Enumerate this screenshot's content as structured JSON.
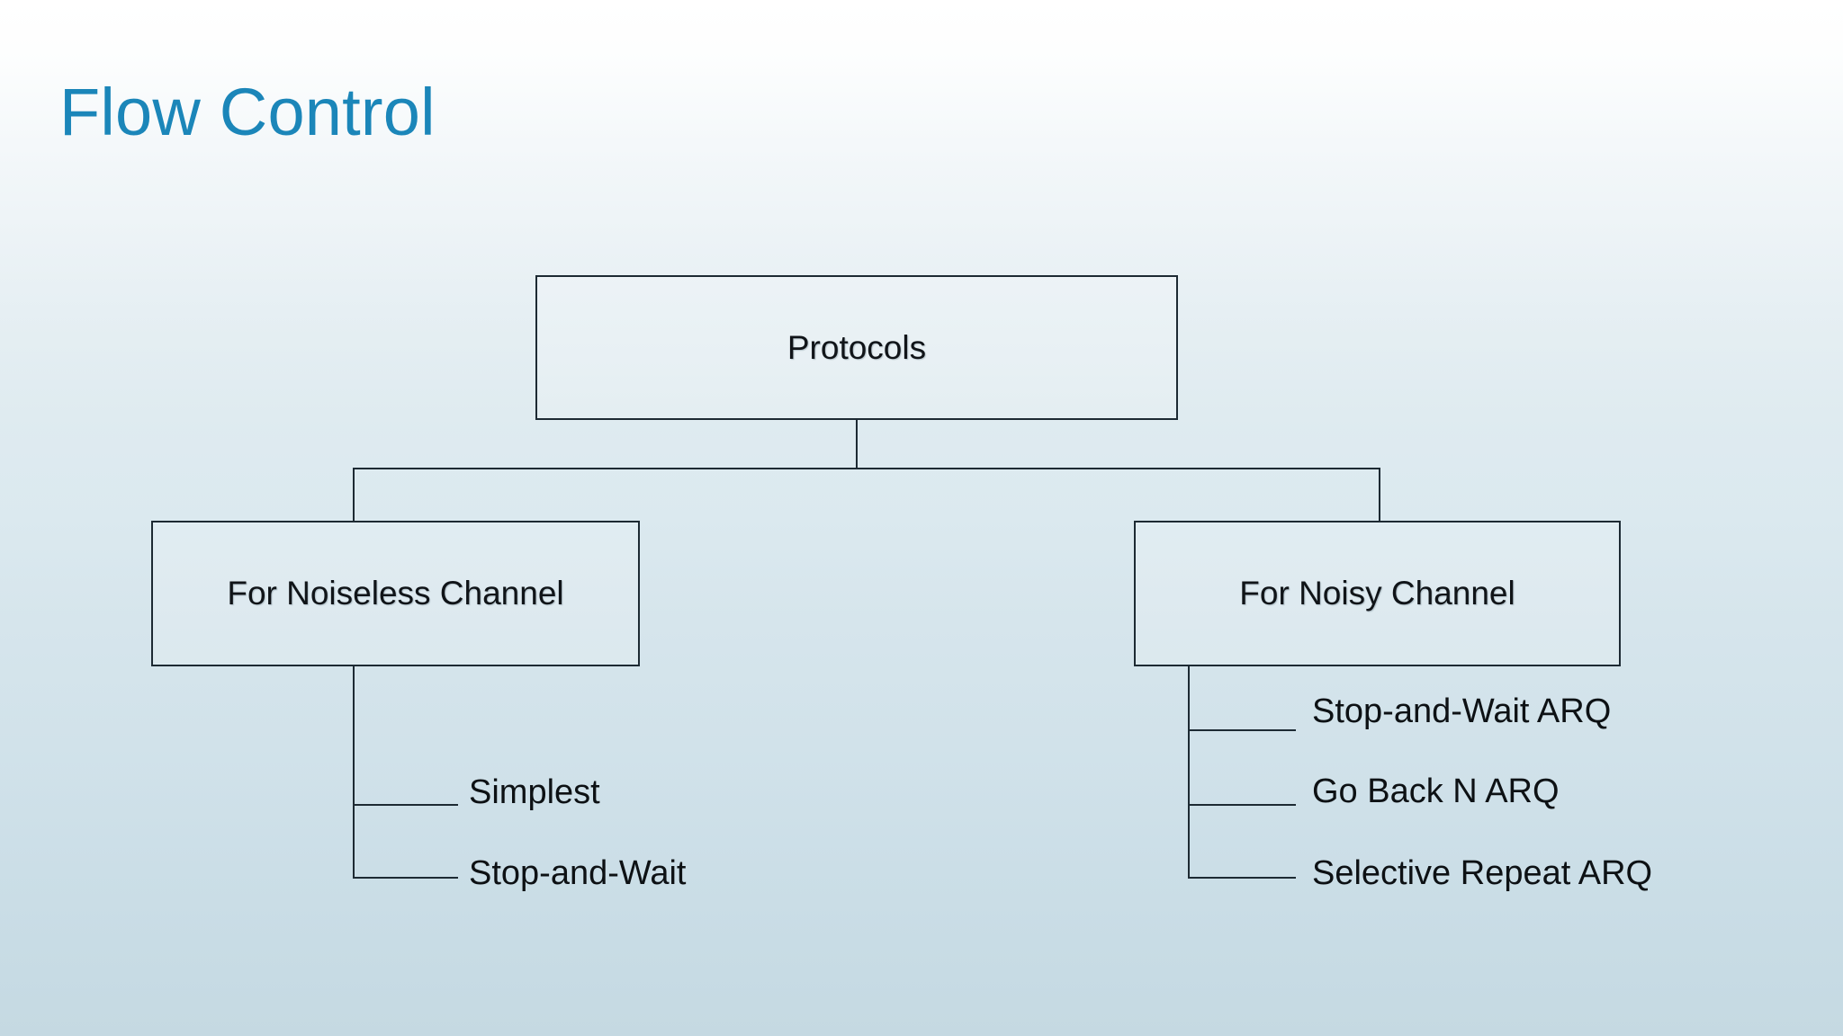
{
  "slide": {
    "title": "Flow Control",
    "title_color": "#1b86b9",
    "background_top_color": "#ffffff",
    "background_bottom_color": "#c5d9e2",
    "line_color": "#1d2a33",
    "text_color": "#101418"
  },
  "diagram": {
    "root": {
      "label": "Protocols"
    },
    "branches": [
      {
        "label": "For Noiseless Channel",
        "leaves": [
          {
            "label": "Simplest"
          },
          {
            "label": "Stop-and-Wait"
          }
        ]
      },
      {
        "label": "For Noisy Channel",
        "leaves": [
          {
            "label": "Stop-and-Wait ARQ"
          },
          {
            "label": "Go Back N ARQ"
          },
          {
            "label": "Selective Repeat ARQ"
          }
        ]
      }
    ]
  }
}
